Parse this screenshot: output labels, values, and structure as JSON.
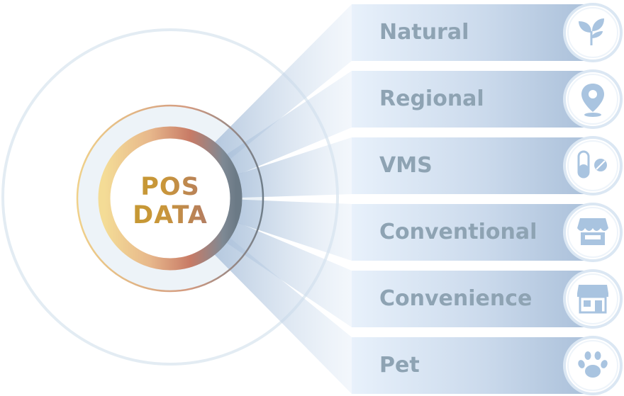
{
  "center": {
    "line1": "POS",
    "line2": "DATA"
  },
  "channels": [
    {
      "label": "Natural",
      "icon": "leaf-sprout-icon"
    },
    {
      "label": "Regional",
      "icon": "map-pin-icon"
    },
    {
      "label": "VMS",
      "icon": "pills-icon"
    },
    {
      "label": "Conventional",
      "icon": "market-stall-icon"
    },
    {
      "label": "Convenience",
      "icon": "storefront-icon"
    },
    {
      "label": "Pet",
      "icon": "paw-print-icon"
    }
  ],
  "colors": {
    "label_text": "#8ea3b3",
    "icon_blue": "#a9c4e0",
    "band_light": "#e6f0fb",
    "band_dark": "#a9bfd9",
    "ring_outer": "#dfe9f1",
    "title_gold": "#c39a2e"
  }
}
